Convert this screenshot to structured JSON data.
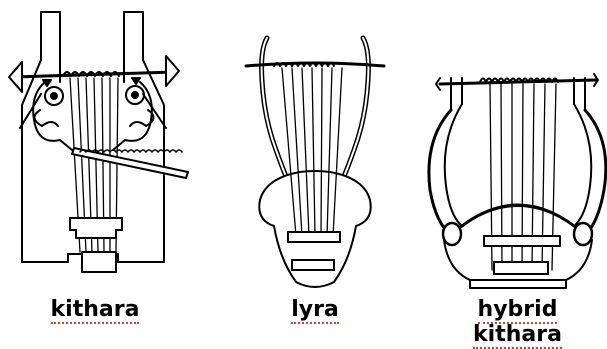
{
  "figure": {
    "instruments": [
      {
        "id": "kithara",
        "label": "kithara"
      },
      {
        "id": "lyra",
        "label": "lyra"
      },
      {
        "id": "hybrid",
        "label": "hybrid kithara"
      }
    ]
  }
}
